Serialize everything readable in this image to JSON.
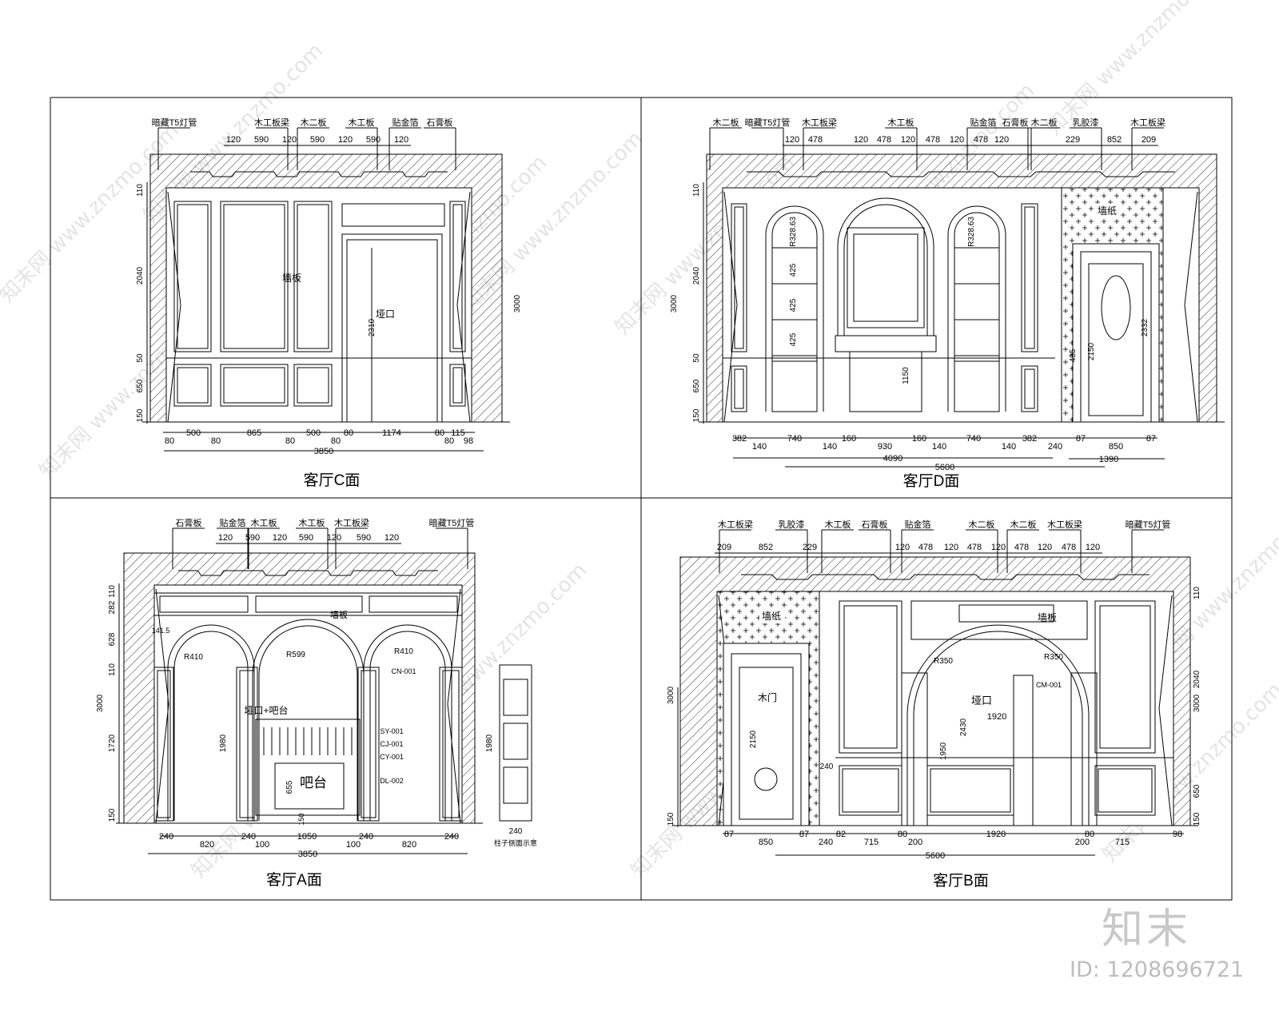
{
  "drawing": {
    "panels": [
      {
        "id": "c",
        "title": "客厅C面",
        "top_labels": [
          "暗藏T5灯管",
          "木工板梁",
          "木二板",
          "木工板",
          "贴金箔",
          "石膏板"
        ],
        "top_dims": [
          "120",
          "590",
          "120",
          "590",
          "120",
          "590",
          "120"
        ],
        "left_dims": [
          "110",
          "2040",
          "50",
          "650",
          "150"
        ],
        "right_dims": [
          "3000"
        ],
        "bottom_dims": [
          "80",
          "500",
          "80",
          "865",
          "80",
          "500",
          "80",
          "80",
          "1174",
          "80",
          "115",
          "80",
          "98"
        ],
        "totals": [
          "3850"
        ],
        "notes": [
          "墙板",
          "垭口",
          "2310"
        ]
      },
      {
        "id": "d",
        "title": "客厅D面",
        "top_labels": [
          "木二板",
          "暗藏T5灯管",
          "木工板梁",
          "木工板",
          "贴金箔",
          "石膏板",
          "木二板",
          "乳胶漆",
          "木工板梁"
        ],
        "top_dims": [
          "120",
          "478",
          "120",
          "478",
          "120",
          "478",
          "120",
          "478",
          "120",
          "229",
          "852",
          "209"
        ],
        "left_dims": [
          "110",
          "2040",
          "50",
          "650",
          "150"
        ],
        "right_dims": [
          "3000"
        ],
        "bottom_dims": [
          "382",
          "140",
          "740",
          "140",
          "160",
          "930",
          "160",
          "140",
          "740",
          "140",
          "382",
          "240",
          "87",
          "850",
          "87"
        ],
        "totals": [
          "4090",
          "5600",
          "1390"
        ],
        "notes": [
          "墙纸",
          "R328.63",
          "R328.63",
          "425",
          "425",
          "425",
          "1150",
          "2150",
          "2332",
          "435"
        ]
      },
      {
        "id": "a",
        "title": "客厅A面",
        "top_labels": [
          "石膏板",
          "贴金箔",
          "木工板",
          "木工板",
          "木工板梁",
          "暗藏T5灯管"
        ],
        "top_dims": [
          "120",
          "590",
          "120",
          "590",
          "120",
          "590",
          "120"
        ],
        "left_dims": [
          "110",
          "282",
          "628",
          "110",
          "1720",
          "150"
        ],
        "right_dims": [
          "3000"
        ],
        "bottom_dims": [
          "240",
          "820",
          "240",
          "100",
          "1050",
          "100",
          "240",
          "820",
          "240"
        ],
        "totals": [
          "3850"
        ],
        "notes": [
          "墙板",
          "R410",
          "R599",
          "R410",
          "垭口+吧台",
          "吧台",
          "1980",
          "SY-001",
          "CJ-001",
          "CY-001",
          "DL-002",
          "CN-001",
          "141.5",
          "655",
          "150",
          "1980",
          "240",
          "柱子侧面示意"
        ]
      },
      {
        "id": "b",
        "title": "客厅B面",
        "top_labels": [
          "木工板梁",
          "乳胶漆",
          "木工板",
          "石膏板",
          "贴金箔",
          "木二板",
          "木二板",
          "木工板梁",
          "暗藏T5灯管"
        ],
        "top_dims": [
          "209",
          "852",
          "229",
          "120",
          "478",
          "120",
          "478",
          "120",
          "478",
          "120",
          "478",
          "120"
        ],
        "left_dims": [
          "3000",
          "150"
        ],
        "right_dims": [
          "110",
          "2040",
          "3000",
          "650",
          "150"
        ],
        "bottom_dims": [
          "87",
          "850",
          "87",
          "240",
          "82",
          "715",
          "80",
          "200",
          "1920",
          "200",
          "80",
          "715",
          "98"
        ],
        "totals": [
          "5600"
        ],
        "notes": [
          "墙纸",
          "木门",
          "墙板",
          "垭口",
          "R350",
          "R350",
          "CM-001",
          "1920",
          "1950",
          "2430",
          "2150",
          "240"
        ]
      }
    ]
  },
  "watermark": {
    "text": "www.znzmo.com",
    "brand": "知末网"
  },
  "footer": {
    "logo": "知末",
    "id_label": "ID: 1208696721"
  },
  "colors": {
    "line": "#000000",
    "watermark": "#d9d9d9",
    "background": "#ffffff"
  }
}
